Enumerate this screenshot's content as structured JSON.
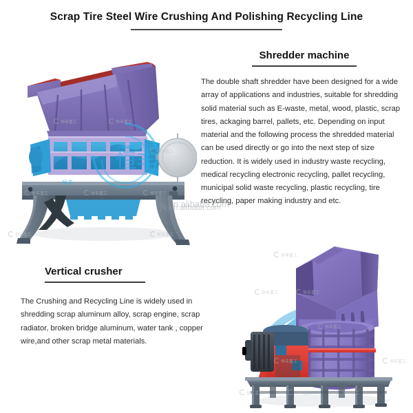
{
  "page": {
    "background": "#ffffff",
    "title": "Scrap Tire Steel Wire Crushing And Polishing Recycling Line"
  },
  "sections": {
    "shredder": {
      "heading": "Shredder machine",
      "body": "The double shaft shredder have been designed for a wide array of applications and industries, suitable for shredding solid material such as E-waste, metal, wood, plastic, scrap tires, ackaging barrel, pallets, etc. Depending on input material and the following process the shredded material can be used directly or go into the next step of size reduction. It is widely used in industry waste recycling, medical recycling electronic recycling, pallet recycling, municipal solid waste recycling, plastic recycling, tire recycling, paper making industry and etc.",
      "image_alt": "double-shaft-shredder-machine"
    },
    "crusher": {
      "heading": "Vertical crusher",
      "body": "The Crushing and Recycling Line is widely used in shredding scrap aluminum alloy, scrap engine, scrap radiator, broken bridge aluminum, water tank , copper wire,and other scrap metal materials.",
      "image_alt": "vertical-crusher-machine"
    }
  },
  "watermarks": {
    "site": "jhj.en.alibaba.com",
    "tile_text": "恒丰重工",
    "brand_glyph": "恒丰"
  },
  "colors": {
    "title_text": "#141414",
    "body_text": "#2b2b2b",
    "rule": "#3d3d3d",
    "hopper_purple": "#7b6cae",
    "hopper_purple_dark": "#5e5090",
    "hopper_purple_light": "#9d8fd0",
    "chamber_lilac": "#b6a9dd",
    "rotor_blue": "#2f9fd6",
    "rotor_blue_dark": "#1b7fb4",
    "frame_gray": "#6e7d8c",
    "frame_gray_dark": "#4b5a68",
    "frame_gray_light": "#8c99a6",
    "flywheel_gray": "#c9cdd2",
    "accent_red": "#b8352e",
    "motor_red": "#e8413a",
    "motor_dark": "#3d4148",
    "airflow_blue": "#3ba9e0",
    "watermark": "#9aa0a6"
  }
}
